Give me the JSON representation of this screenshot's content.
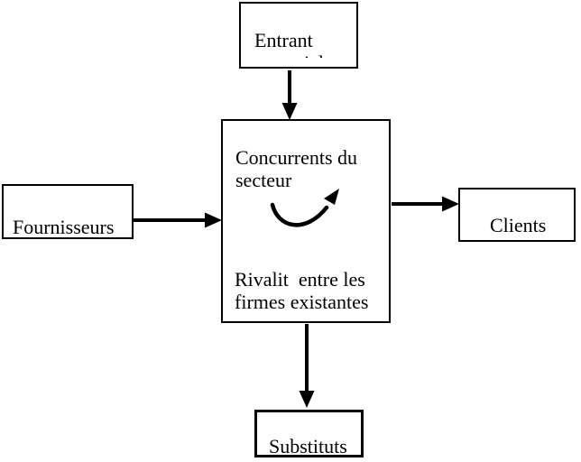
{
  "colors": {
    "ink": "#000000",
    "background": "#ffffff"
  },
  "boxes": {
    "entrants": {
      "line1": "Entrant",
      "line2_clipped": "potentiels"
    },
    "center": {
      "heading": "Concurrents du\nsecteur",
      "rivalry": "Rivalit  entre les\nfirmes existantes"
    },
    "fournisseurs": {
      "label": "Fournisseurs"
    },
    "clients": {
      "label": "Clients"
    },
    "substituts": {
      "label": "Substituts"
    }
  }
}
